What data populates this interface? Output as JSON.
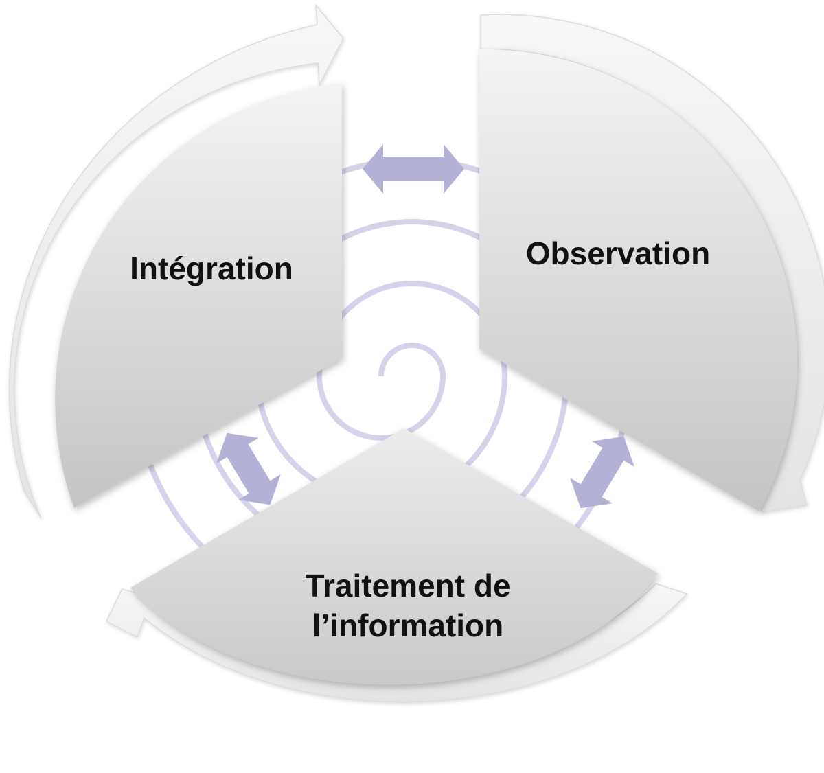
{
  "diagram": {
    "segments": [
      {
        "id": "integration",
        "label": "Intégration"
      },
      {
        "id": "observation",
        "label": "Observation"
      },
      {
        "id": "traitement",
        "label_line1": "Traitement de",
        "label_line2": "l’information"
      }
    ],
    "colors": {
      "background": "#ffffff",
      "segment_light": "#f3f3f3",
      "segment_dark": "#c6c6c6",
      "ring": "#efefef",
      "spiral": "#d4d3ea",
      "double_arrow": "#b3b1d6",
      "text": "#111111"
    }
  }
}
